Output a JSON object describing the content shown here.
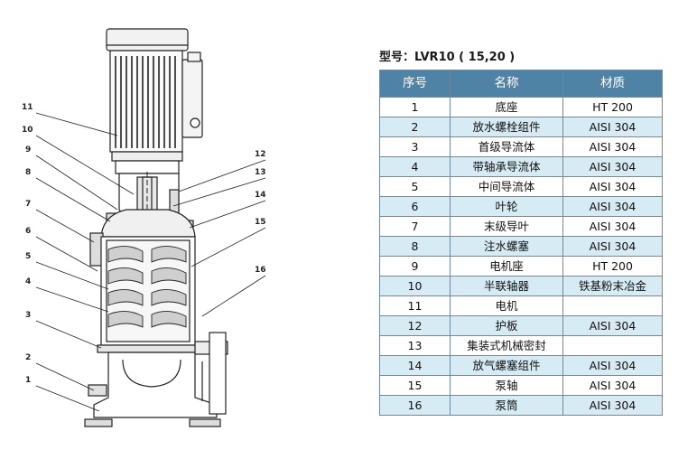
{
  "diagram": {
    "callouts": [
      "1",
      "2",
      "3",
      "4",
      "5",
      "6",
      "7",
      "8",
      "9",
      "10",
      "11",
      "12",
      "13",
      "14",
      "15",
      "16"
    ]
  },
  "model_title": "型号：LVR10 ( 15,20 )",
  "table": {
    "headers": [
      "序号",
      "名称",
      "材质"
    ],
    "rows": [
      {
        "no": "1",
        "name": "底座",
        "material": "HT 200"
      },
      {
        "no": "2",
        "name": "放水螺栓组件",
        "material": "AISI 304"
      },
      {
        "no": "3",
        "name": "首级导流体",
        "material": "AISI 304"
      },
      {
        "no": "4",
        "name": "带轴承导流体",
        "material": "AISI 304"
      },
      {
        "no": "5",
        "name": "中间导流体",
        "material": "AISI 304"
      },
      {
        "no": "6",
        "name": "叶轮",
        "material": "AISI 304"
      },
      {
        "no": "7",
        "name": "末级导叶",
        "material": "AISI 304"
      },
      {
        "no": "8",
        "name": "注水螺塞",
        "material": "AISI 304"
      },
      {
        "no": "9",
        "name": "电机座",
        "material": "HT 200"
      },
      {
        "no": "10",
        "name": "半联轴器",
        "material": "铁基粉末冶金"
      },
      {
        "no": "11",
        "name": "电机",
        "material": ""
      },
      {
        "no": "12",
        "name": "护板",
        "material": "AISI 304"
      },
      {
        "no": "13",
        "name": "集装式机械密封",
        "material": ""
      },
      {
        "no": "14",
        "name": "放气螺塞组件",
        "material": "AISI 304"
      },
      {
        "no": "15",
        "name": "泵轴",
        "material": "AISI 304"
      },
      {
        "no": "16",
        "name": "泵筒",
        "material": "AISI 304"
      }
    ]
  }
}
